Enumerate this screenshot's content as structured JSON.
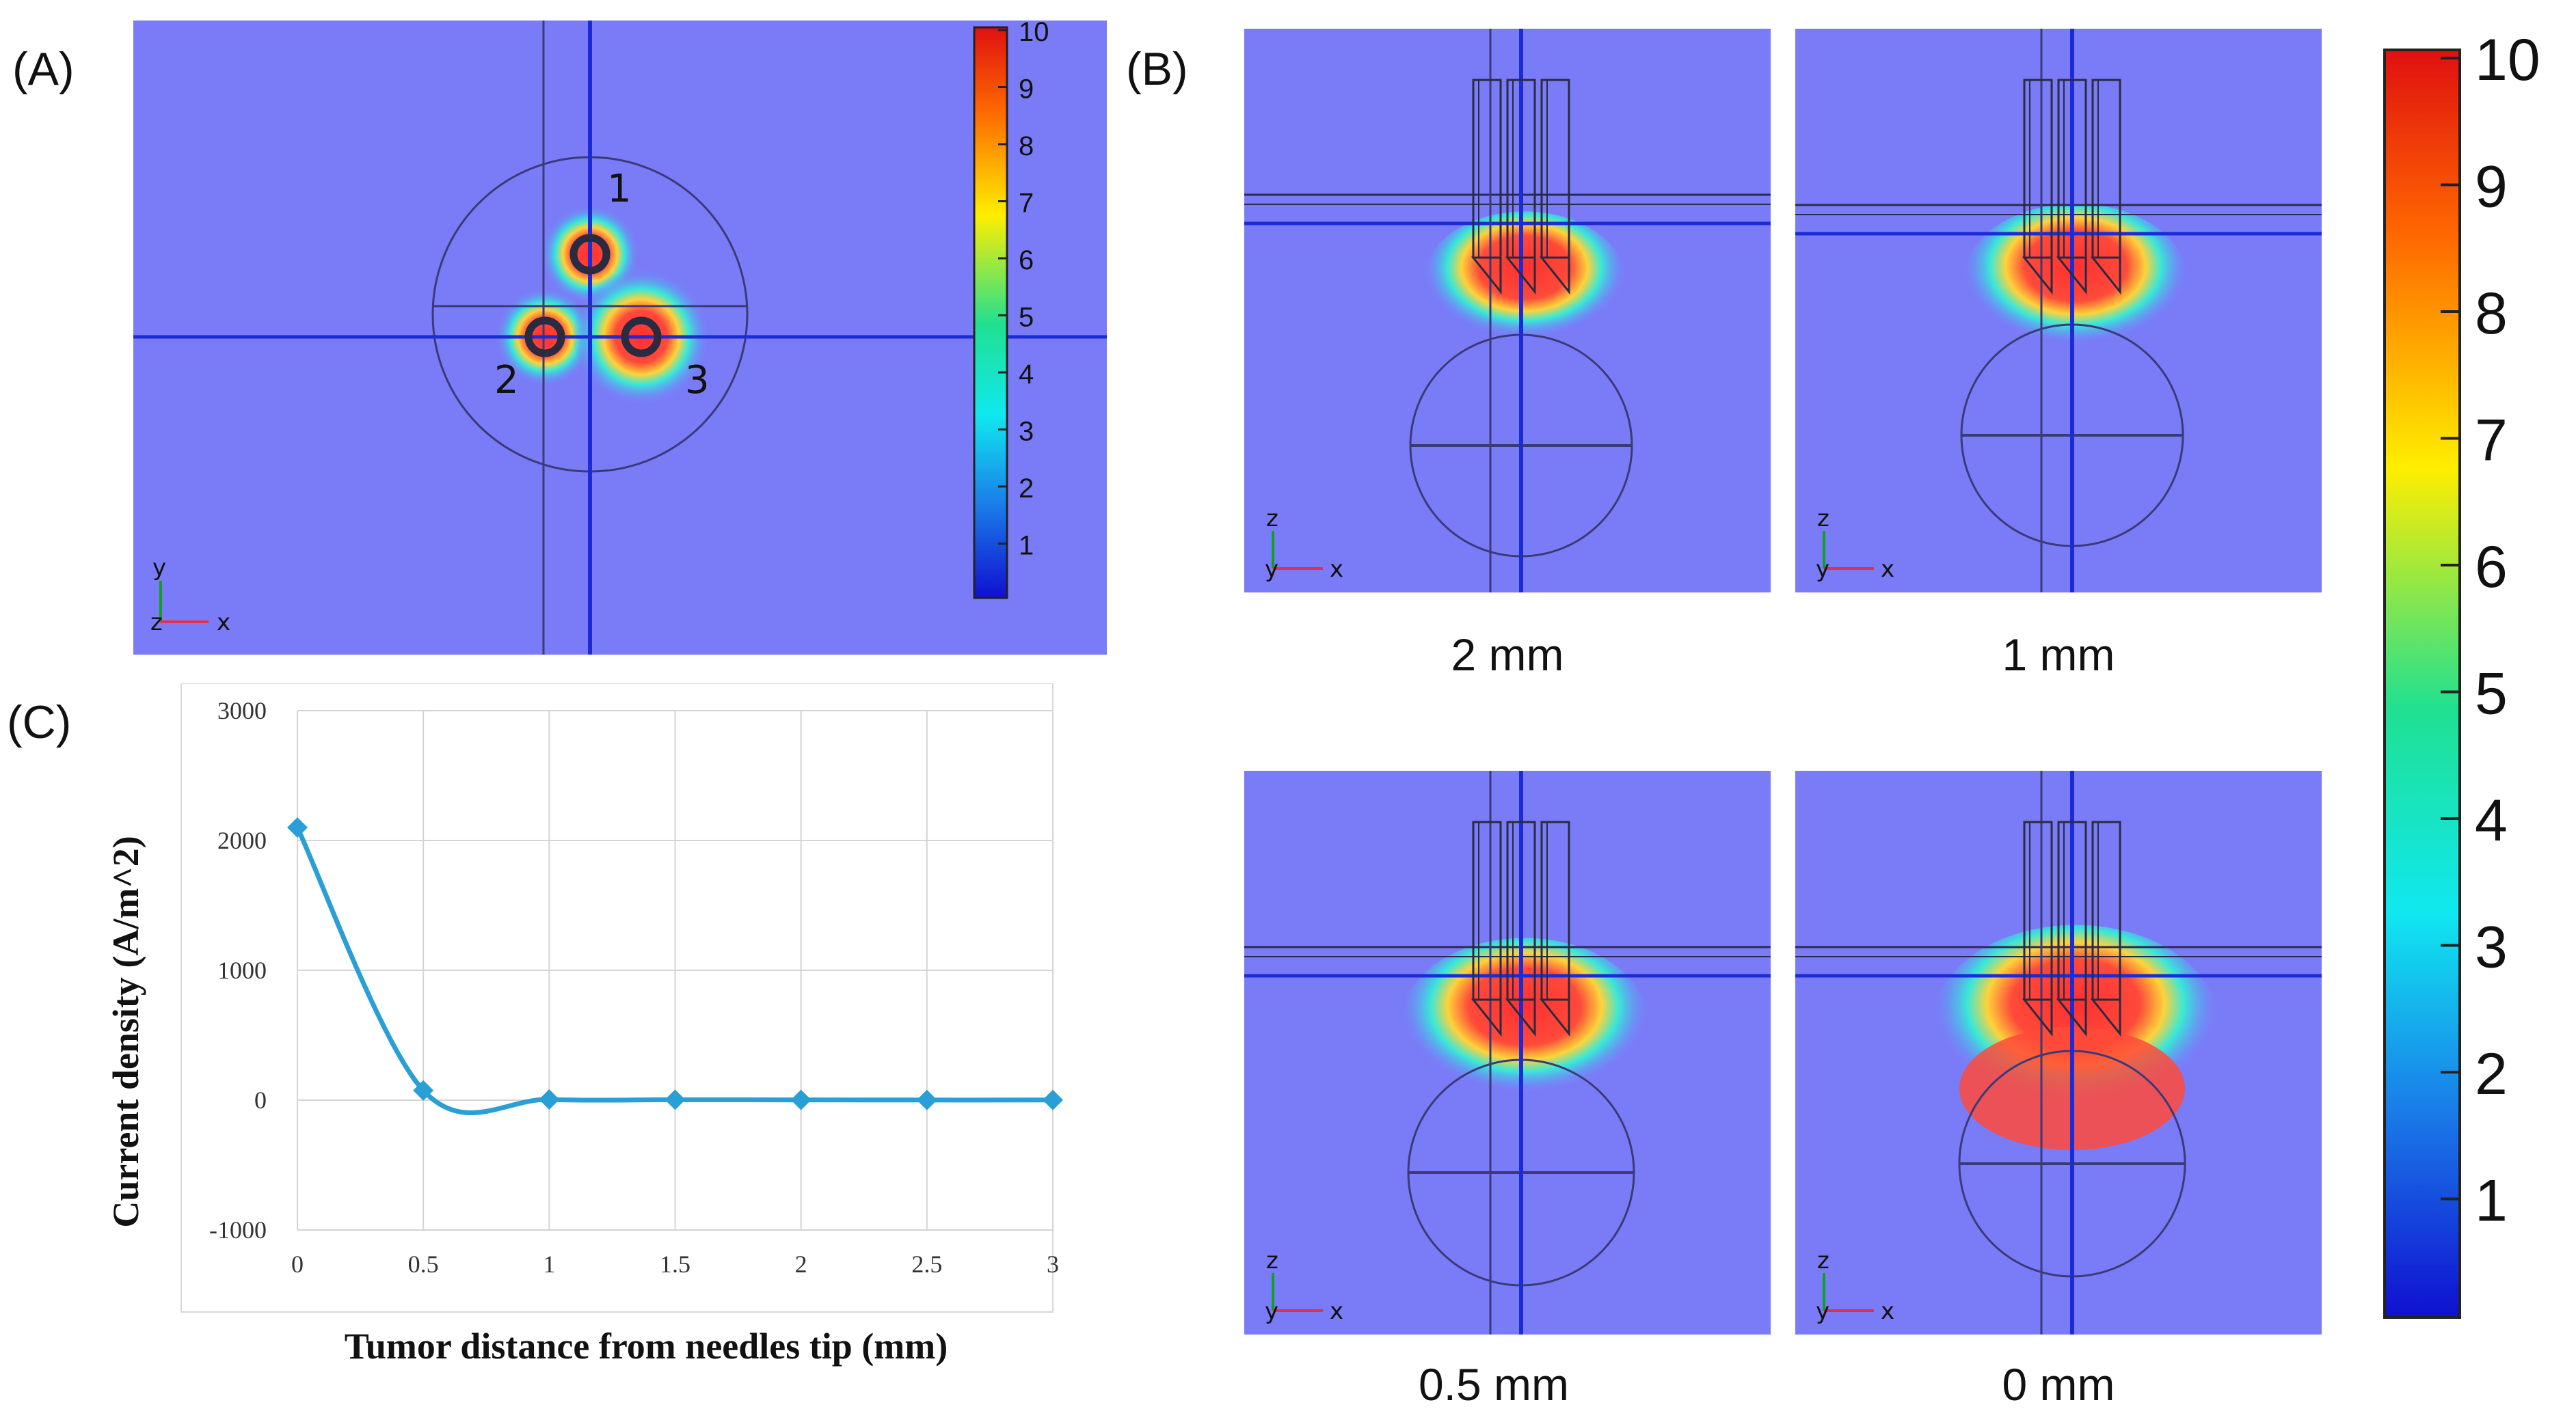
{
  "panels": {
    "a": "(A)",
    "b": "(B)",
    "c": "(C)"
  },
  "panel_a": {
    "needle_labels": [
      "1",
      "2",
      "3"
    ],
    "axis_up": "y",
    "axis_out": "z",
    "axis_right": "x",
    "colorbar_ticks": [
      "10",
      "9",
      "8",
      "7",
      "6",
      "5",
      "4",
      "3",
      "2",
      "1"
    ]
  },
  "panel_b": {
    "axis_up": "z",
    "axis_out": "y",
    "axis_right": "x",
    "captions": [
      "2 mm",
      "1 mm",
      "0.5 mm",
      "0 mm"
    ],
    "colorbar_ticks": [
      "10",
      "9",
      "8",
      "7",
      "6",
      "5",
      "4",
      "3",
      "2",
      "1"
    ]
  },
  "colors": {
    "background_field": "#7a7cf7",
    "series": "#2a9fd6",
    "line": "#1b2bd6"
  },
  "chart_data": {
    "type": "line",
    "x": [
      0,
      0.5,
      1,
      1.5,
      2,
      2.5,
      3
    ],
    "values": [
      2100,
      75,
      5,
      3,
      2,
      1,
      1
    ],
    "x_ticks": [
      "0",
      "0.5",
      "1",
      "1.5",
      "2",
      "2.5",
      "3"
    ],
    "y_ticks": [
      "3000",
      "2000",
      "1000",
      "0",
      "-1000"
    ],
    "xlabel": "Tumor distance from needles tip (mm)",
    "ylabel": "Current density (A/m^2)",
    "xlim": [
      0,
      3
    ],
    "ylim": [
      -1000,
      3000
    ],
    "grid": true,
    "marker": "diamond",
    "smooth": true
  }
}
